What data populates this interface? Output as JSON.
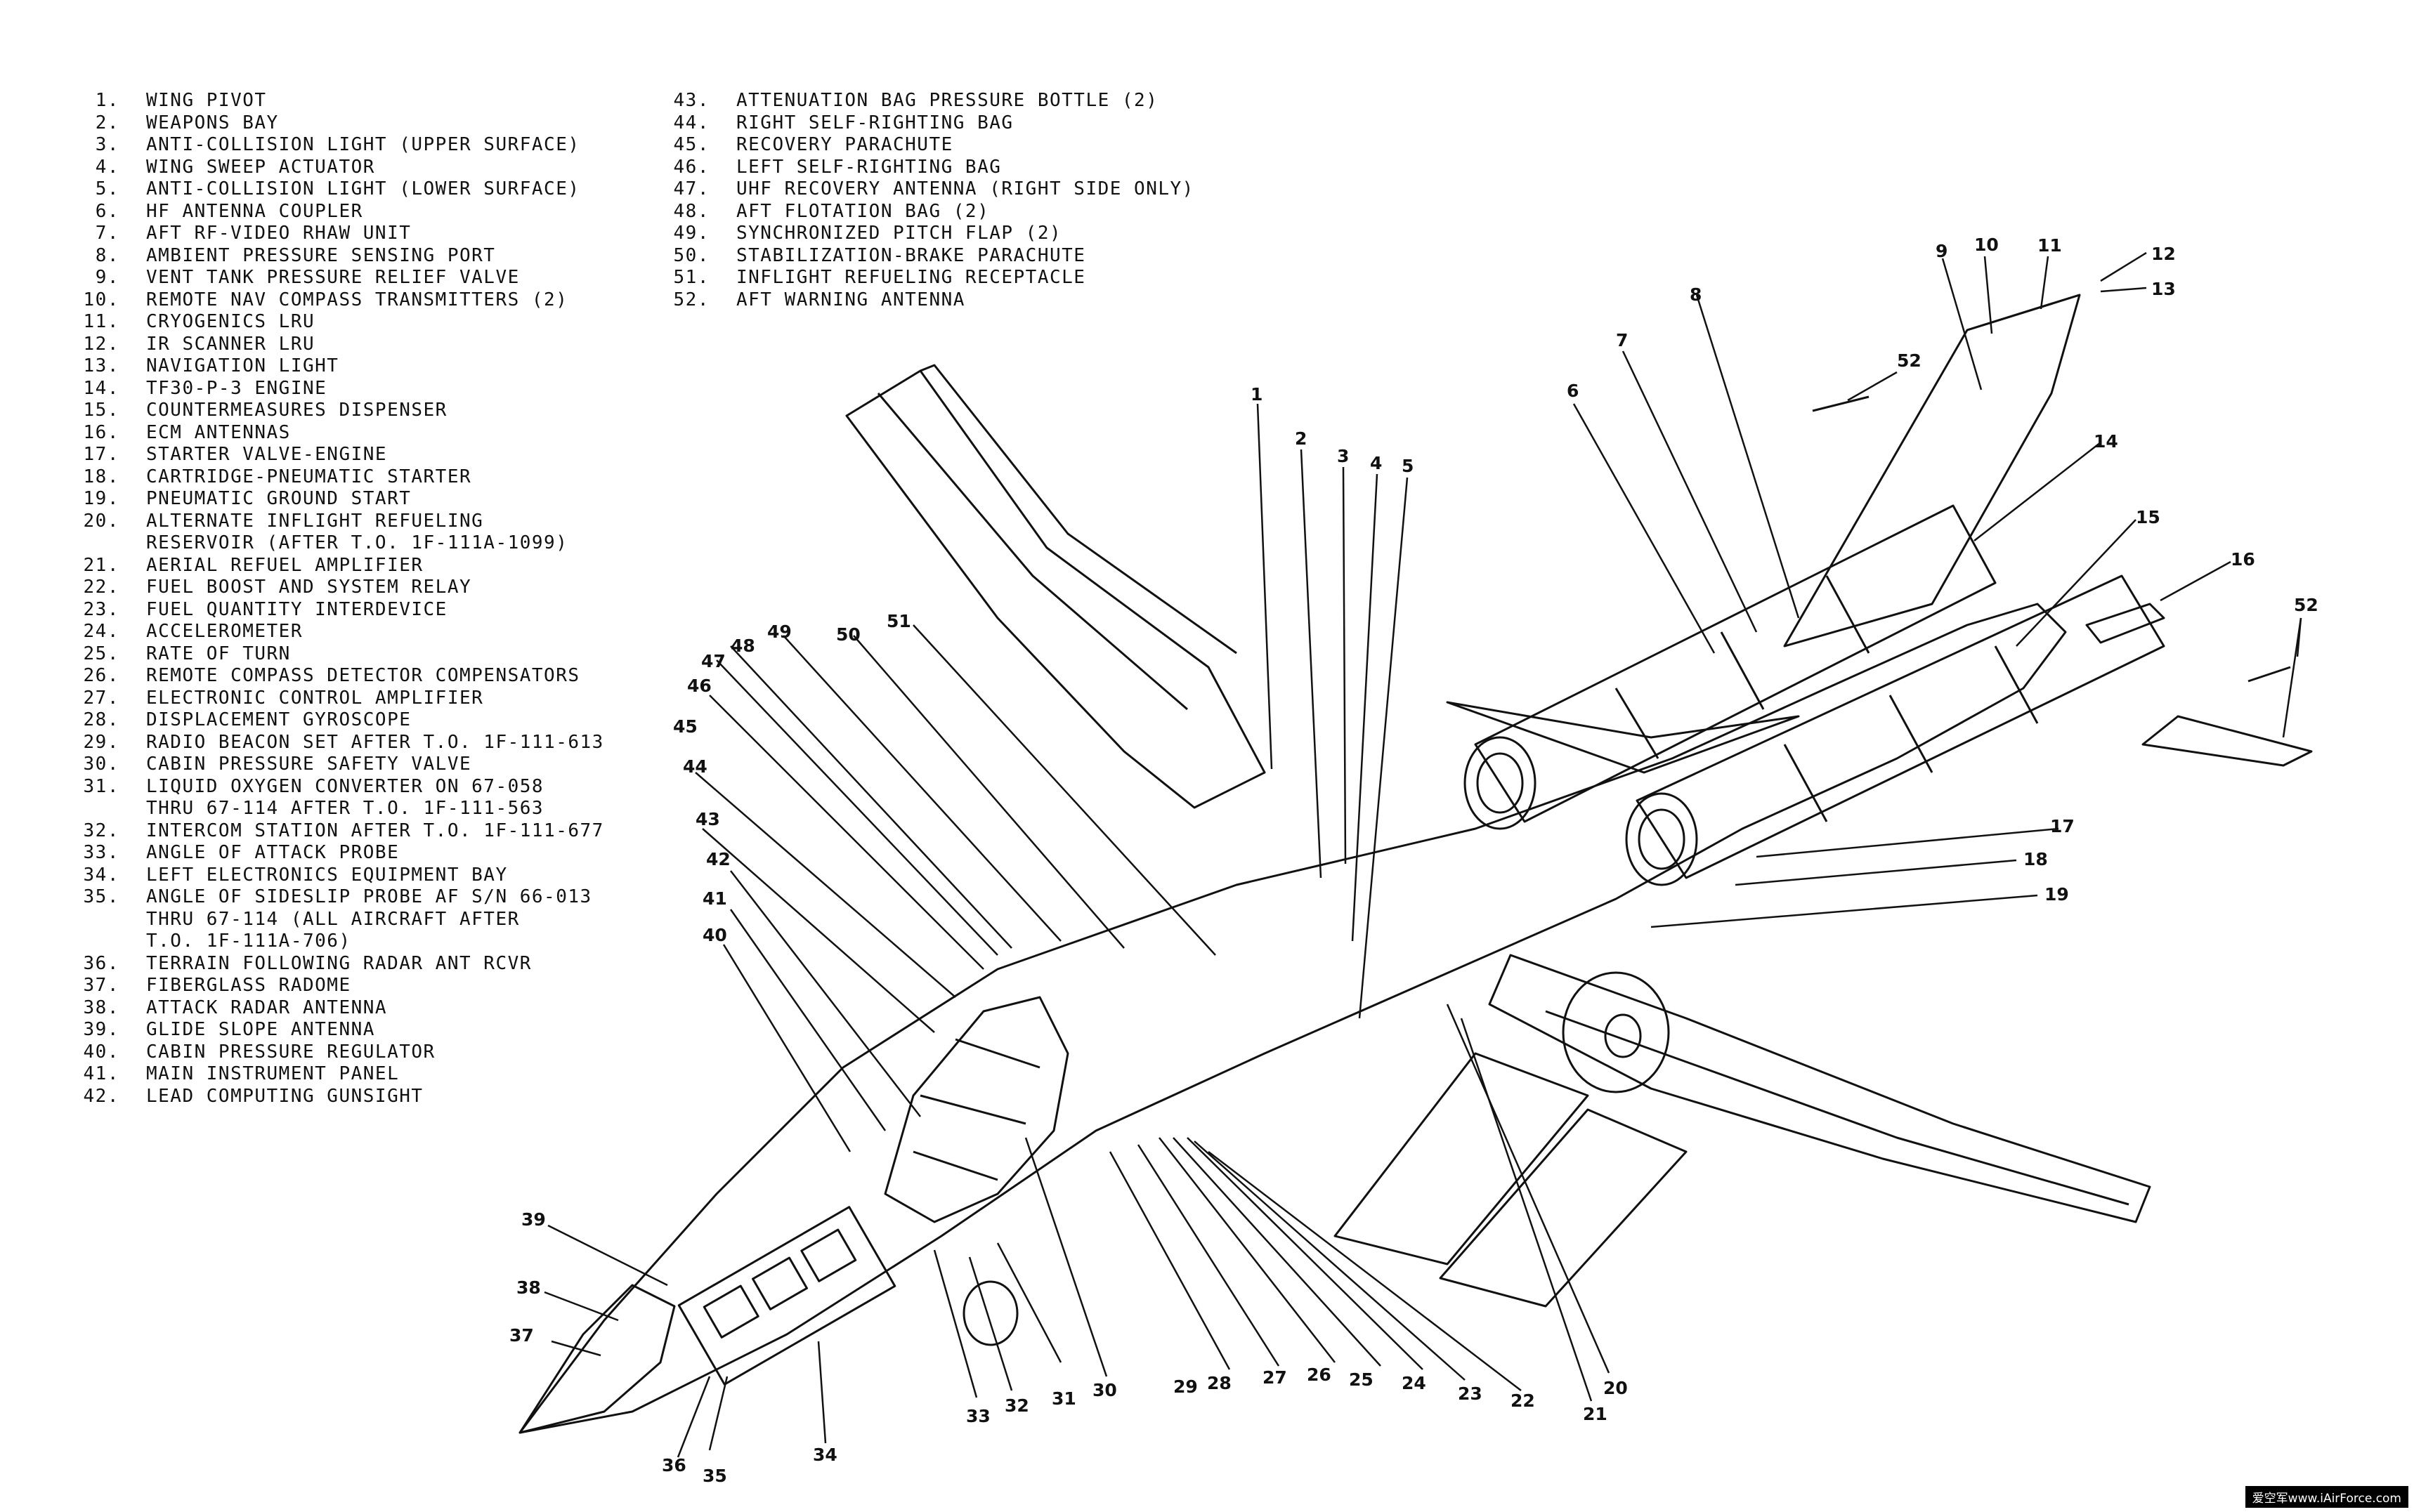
{
  "legend_left": [
    {
      "num": "1.",
      "text": "WING PIVOT"
    },
    {
      "num": "2.",
      "text": "WEAPONS BAY"
    },
    {
      "num": "3.",
      "text": "ANTI-COLLISION LIGHT (UPPER SURFACE)"
    },
    {
      "num": "4.",
      "text": "WING SWEEP ACTUATOR"
    },
    {
      "num": "5.",
      "text": "ANTI-COLLISION LIGHT (LOWER SURFACE)"
    },
    {
      "num": "6.",
      "text": "HF ANTENNA COUPLER"
    },
    {
      "num": "7.",
      "text": "AFT RF-VIDEO RHAW UNIT"
    },
    {
      "num": "8.",
      "text": "AMBIENT PRESSURE SENSING PORT"
    },
    {
      "num": "9.",
      "text": "VENT TANK PRESSURE RELIEF VALVE"
    },
    {
      "num": "10.",
      "text": "REMOTE NAV COMPASS TRANSMITTERS (2)"
    },
    {
      "num": "11.",
      "text": "CRYOGENICS LRU"
    },
    {
      "num": "12.",
      "text": "IR SCANNER LRU"
    },
    {
      "num": "13.",
      "text": "NAVIGATION LIGHT"
    },
    {
      "num": "14.",
      "text": "TF30-P-3 ENGINE"
    },
    {
      "num": "15.",
      "text": "COUNTERMEASURES DISPENSER"
    },
    {
      "num": "16.",
      "text": "ECM ANTENNAS"
    },
    {
      "num": "17.",
      "text": "STARTER VALVE-ENGINE"
    },
    {
      "num": "18.",
      "text": "CARTRIDGE-PNEUMATIC STARTER"
    },
    {
      "num": "19.",
      "text": "PNEUMATIC GROUND START"
    },
    {
      "num": "20.",
      "text": "ALTERNATE INFLIGHT REFUELING"
    },
    {
      "num": "",
      "text": "RESERVOIR (AFTER T.O. 1F-111A-1099)",
      "cont": true
    },
    {
      "num": "21.",
      "text": "AERIAL REFUEL AMPLIFIER"
    },
    {
      "num": "22.",
      "text": "FUEL BOOST AND SYSTEM RELAY"
    },
    {
      "num": "23.",
      "text": "FUEL QUANTITY INTERDEVICE"
    },
    {
      "num": "24.",
      "text": "ACCELEROMETER"
    },
    {
      "num": "25.",
      "text": "RATE OF TURN"
    },
    {
      "num": "26.",
      "text": "REMOTE COMPASS DETECTOR COMPENSATORS"
    },
    {
      "num": "27.",
      "text": "ELECTRONIC CONTROL AMPLIFIER"
    },
    {
      "num": "28.",
      "text": "DISPLACEMENT GYROSCOPE"
    },
    {
      "num": "29.",
      "text": "RADIO BEACON SET AFTER T.O. 1F-111-613"
    },
    {
      "num": "30.",
      "text": "CABIN PRESSURE SAFETY VALVE"
    },
    {
      "num": "31.",
      "text": "LIQUID OXYGEN CONVERTER ON 67-058"
    },
    {
      "num": "",
      "text": "THRU 67-114 AFTER T.O. 1F-111-563",
      "cont": true
    },
    {
      "num": "32.",
      "text": "INTERCOM STATION AFTER T.O. 1F-111-677"
    },
    {
      "num": "33.",
      "text": "ANGLE OF ATTACK PROBE"
    },
    {
      "num": "34.",
      "text": "LEFT ELECTRONICS EQUIPMENT BAY"
    },
    {
      "num": "35.",
      "text": "ANGLE OF SIDESLIP PROBE AF S/N 66-013"
    },
    {
      "num": "",
      "text": "THRU 67-114 (ALL AIRCRAFT AFTER",
      "cont": true
    },
    {
      "num": "",
      "text": "T.O. 1F-111A-706)",
      "cont": true
    },
    {
      "num": "36.",
      "text": "TERRAIN FOLLOWING RADAR ANT RCVR"
    },
    {
      "num": "37.",
      "text": "FIBERGLASS RADOME"
    },
    {
      "num": "38.",
      "text": "ATTACK RADAR ANTENNA"
    },
    {
      "num": "39.",
      "text": "GLIDE SLOPE ANTENNA"
    },
    {
      "num": "40.",
      "text": "CABIN PRESSURE REGULATOR"
    },
    {
      "num": "41.",
      "text": "MAIN INSTRUMENT PANEL"
    },
    {
      "num": "42.",
      "text": "LEAD COMPUTING GUNSIGHT"
    }
  ],
  "legend_right": [
    {
      "num": "43.",
      "text": "ATTENUATION BAG PRESSURE BOTTLE (2)"
    },
    {
      "num": "44.",
      "text": "RIGHT SELF-RIGHTING BAG"
    },
    {
      "num": "45.",
      "text": "RECOVERY PARACHUTE"
    },
    {
      "num": "46.",
      "text": "LEFT SELF-RIGHTING BAG"
    },
    {
      "num": "47.",
      "text": "UHF RECOVERY ANTENNA (RIGHT SIDE ONLY)"
    },
    {
      "num": "48.",
      "text": "AFT FLOTATION BAG (2)"
    },
    {
      "num": "49.",
      "text": "SYNCHRONIZED PITCH FLAP (2)"
    },
    {
      "num": "50.",
      "text": "STABILIZATION-BRAKE PARACHUTE"
    },
    {
      "num": "51.",
      "text": "INFLIGHT REFUELING RECEPTACLE"
    },
    {
      "num": "52.",
      "text": "AFT WARNING ANTENNA"
    }
  ],
  "watermark": "爱空军www.iAirForce.com"
}
